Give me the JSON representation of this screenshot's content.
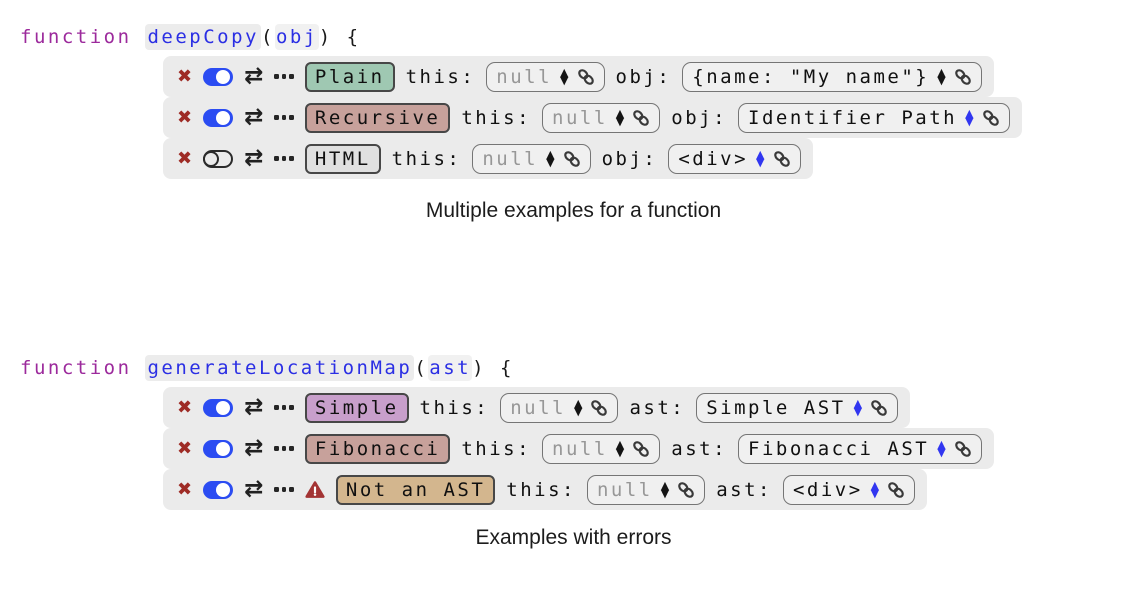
{
  "icons": {
    "delete_glyph": "✖",
    "swap_glyph": "⇄"
  },
  "colors": {
    "keyword_purple": "#9c2a9c",
    "identifier_blue": "#2b2fe4",
    "toggle_blue": "#2b4cf2",
    "delete_red": "#9e2b25",
    "warning_red": "#a33434",
    "stepper_blue": "#3136f0",
    "row_background": "#ebebeb"
  },
  "blocks": [
    {
      "signature": {
        "keyword": "function",
        "name": "deepCopy",
        "paren_open": "(",
        "param": "obj",
        "paren_close_brace": ") {"
      },
      "caption": "Multiple examples for a function",
      "rows": [
        {
          "name": "Plain",
          "badge_bg": "#9fc8b2",
          "enabled": true,
          "has_warning": false,
          "this_label": "this:",
          "this_value": "null",
          "this_value_muted": true,
          "arg_label": "obj:",
          "arg_value": "{name: \"My name\"}",
          "arg_stepper_blue": false
        },
        {
          "name": "Recursive",
          "badge_bg": "#c7a19b",
          "enabled": true,
          "has_warning": false,
          "this_label": "this:",
          "this_value": "null",
          "this_value_muted": true,
          "arg_label": "obj:",
          "arg_value": "Identifier Path",
          "arg_stepper_blue": true
        },
        {
          "name": "HTML",
          "badge_bg": "#e0e0e0",
          "enabled": false,
          "has_warning": false,
          "this_label": "this:",
          "this_value": "null",
          "this_value_muted": true,
          "arg_label": "obj:",
          "arg_value": "<div>",
          "arg_stepper_blue": true
        }
      ]
    },
    {
      "signature": {
        "keyword": "function",
        "name": "generateLocationMap",
        "paren_open": "(",
        "param": "ast",
        "paren_close_brace": ") {"
      },
      "caption": "Examples with errors",
      "rows": [
        {
          "name": "Simple",
          "badge_bg": "#c89fcb",
          "enabled": true,
          "has_warning": false,
          "this_label": "this:",
          "this_value": "null",
          "this_value_muted": true,
          "arg_label": "ast:",
          "arg_value": "Simple AST",
          "arg_stepper_blue": true
        },
        {
          "name": "Fibonacci",
          "badge_bg": "#c7a19b",
          "enabled": true,
          "has_warning": false,
          "this_label": "this:",
          "this_value": "null",
          "this_value_muted": true,
          "arg_label": "ast:",
          "arg_value": "Fibonacci AST",
          "arg_stepper_blue": true
        },
        {
          "name": "Not an AST",
          "badge_bg": "#d3b68e",
          "enabled": true,
          "has_warning": true,
          "this_label": "this:",
          "this_value": "null",
          "this_value_muted": true,
          "arg_label": "ast:",
          "arg_value": "<div>",
          "arg_stepper_blue": true
        }
      ]
    }
  ]
}
